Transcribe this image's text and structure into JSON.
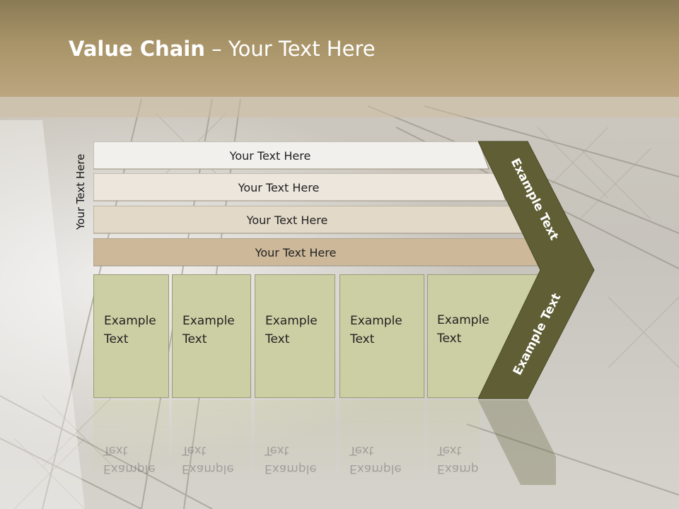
{
  "title": {
    "bold": "Value Chain",
    "rest": " – Your Text Here"
  },
  "side_label": "Your Text Here",
  "bars": [
    {
      "label": "Your Text Here",
      "color": "#f2f0ec"
    },
    {
      "label": "Your Text Here",
      "color": "#ece6dc"
    },
    {
      "label": "Your Text Here",
      "color": "#e2d9c8"
    },
    {
      "label": "Your Text Here",
      "color": "#cdb99a"
    }
  ],
  "boxes": [
    {
      "line1": "Example",
      "line2": "Text"
    },
    {
      "line1": "Example",
      "line2": "Text"
    },
    {
      "line1": "Example",
      "line2": "Text"
    },
    {
      "line1": "Example",
      "line2": "Text"
    },
    {
      "line1": "Example",
      "line2": "Text"
    }
  ],
  "chevron": {
    "top_text": "Example Text",
    "bottom_text": "Example Text",
    "color": "#5f5e34"
  },
  "colors": {
    "header": "#a89468",
    "box": "#cccfa3"
  }
}
